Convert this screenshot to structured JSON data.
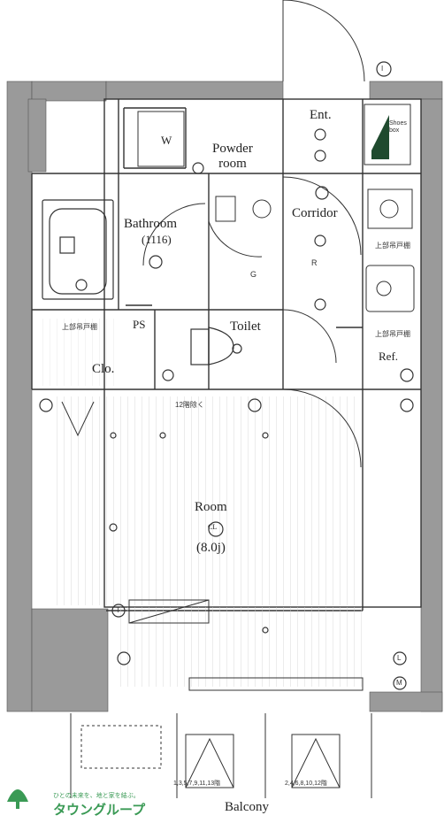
{
  "rooms": {
    "entrance": "Ent.",
    "powder_room": "Powder\nroom",
    "bathroom": "Bathroom",
    "bathroom_size": "(1116)",
    "corridor": "Corridor",
    "toilet": "Toilet",
    "closet": "Clo.",
    "room": "Room",
    "room_size": "(8.0j)",
    "balcony": "Balcony",
    "refrigerator": "Ref.",
    "washer": "W",
    "pipe_space": "PS",
    "shoe_box": "Shoes box"
  },
  "small_labels": {
    "shelf_top_left": "上部吊戸棚",
    "shelf_kitchen": "上部吊戸棚",
    "shelf_ref": "上部吊戸棚",
    "window_note": "12階除く",
    "balcony_left": "1,3,5,7,9,11,13階",
    "balcony_right": "2,4,6,8,10,12階"
  },
  "symbols": {
    "intercom": "I",
    "gas": "G",
    "remote": "R",
    "lan": "L",
    "multimedia": "M",
    "tv": "T",
    "ceiling_light": "CL"
  },
  "logo": {
    "company": "タウングループ",
    "tagline": "ひとの未来を、地と家を結ぶ。"
  },
  "colors": {
    "wall": "#9a9a9a",
    "line": "#333333",
    "logo": "#3a9a55",
    "floor_line": "#c8c8c8"
  }
}
